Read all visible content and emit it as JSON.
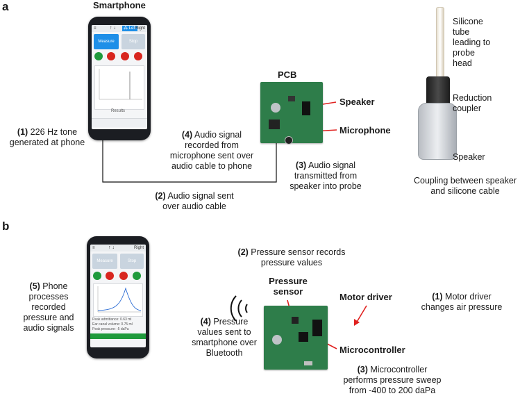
{
  "panel_a": {
    "label": "a",
    "smartphone_title": "Smartphone",
    "pcb_title": "PCB",
    "speaker_label": "Speaker",
    "microphone_label": "Microphone",
    "step1_num": "(1)",
    "step1_text_line1": "226 Hz tone",
    "step1_text_line2": "generated at phone",
    "step2_num": "(2)",
    "step2_text_line1": "Audio signal sent",
    "step2_text_line2": "over audio cable",
    "step3_num": "(3)",
    "step3_text_line1": "Audio signal",
    "step3_text_line2": "transmitted from",
    "step3_text_line3": "speaker into probe",
    "step4_num": "(4)",
    "step4_text_line1": "Audio signal",
    "step4_text_line2": "recorded from",
    "step4_text_line3": "microphone sent over",
    "step4_text_line4": "audio cable to phone",
    "probe_tube_line1": "Silicone",
    "probe_tube_line2": "tube",
    "probe_tube_line3": "leading to",
    "probe_tube_line4": "probe",
    "probe_tube_line5": "head",
    "probe_coupler_line1": "Reduction",
    "probe_coupler_line2": "coupler",
    "probe_speaker": "Speaker",
    "coupling_line1": "Coupling between speaker",
    "coupling_line2": "and silicone cable",
    "phone_screen": {
      "measure_btn": "Measure",
      "stop_btn": "Stop",
      "results_label": "Results"
    }
  },
  "panel_b": {
    "label": "b",
    "pressure_sensor_line1": "Pressure",
    "pressure_sensor_line2": "sensor",
    "motor_driver_label": "Motor driver",
    "microcontroller_label": "Microcontroller",
    "step1_num": "(1)",
    "step1_text_line1": "Motor driver",
    "step1_text_line2": "changes air pressure",
    "step2_num": "(2)",
    "step2_text_line1": "Pressure sensor records",
    "step2_text_line2": "pressure values",
    "step3_num": "(3)",
    "step3_text_line1": "Microcontroller",
    "step3_text_line2": "performs pressure sweep",
    "step3_text_line3": "from -400 to 200 daPa",
    "step4_num": "(4)",
    "step4_text_line1": "Pressure",
    "step4_text_line2": "values sent to",
    "step4_text_line3": "smartphone over",
    "step4_text_line4": "Bluetooth",
    "step5_num": "(5)",
    "step5_text_line1": "Phone",
    "step5_text_line2": "processes",
    "step5_text_line3": "recorded",
    "step5_text_line4": "pressure and",
    "step5_text_line5": "audio signals",
    "phone_screen": {
      "measure_btn": "Measure",
      "stop_btn": "Stop",
      "peak_admittance": "Peak admittance: 0.63 ml",
      "ear_canal_volume": "Ear canal volume: 0.75 ml",
      "peak_pressure": "Peak pressure: -5 daPa"
    }
  },
  "colors": {
    "arrow": "#e0211f",
    "pcb_green": "#2e7d4a",
    "measure_blue": "#1e8fe8",
    "dot_green": "#1f9a3c",
    "dot_red": "#d8261f"
  }
}
